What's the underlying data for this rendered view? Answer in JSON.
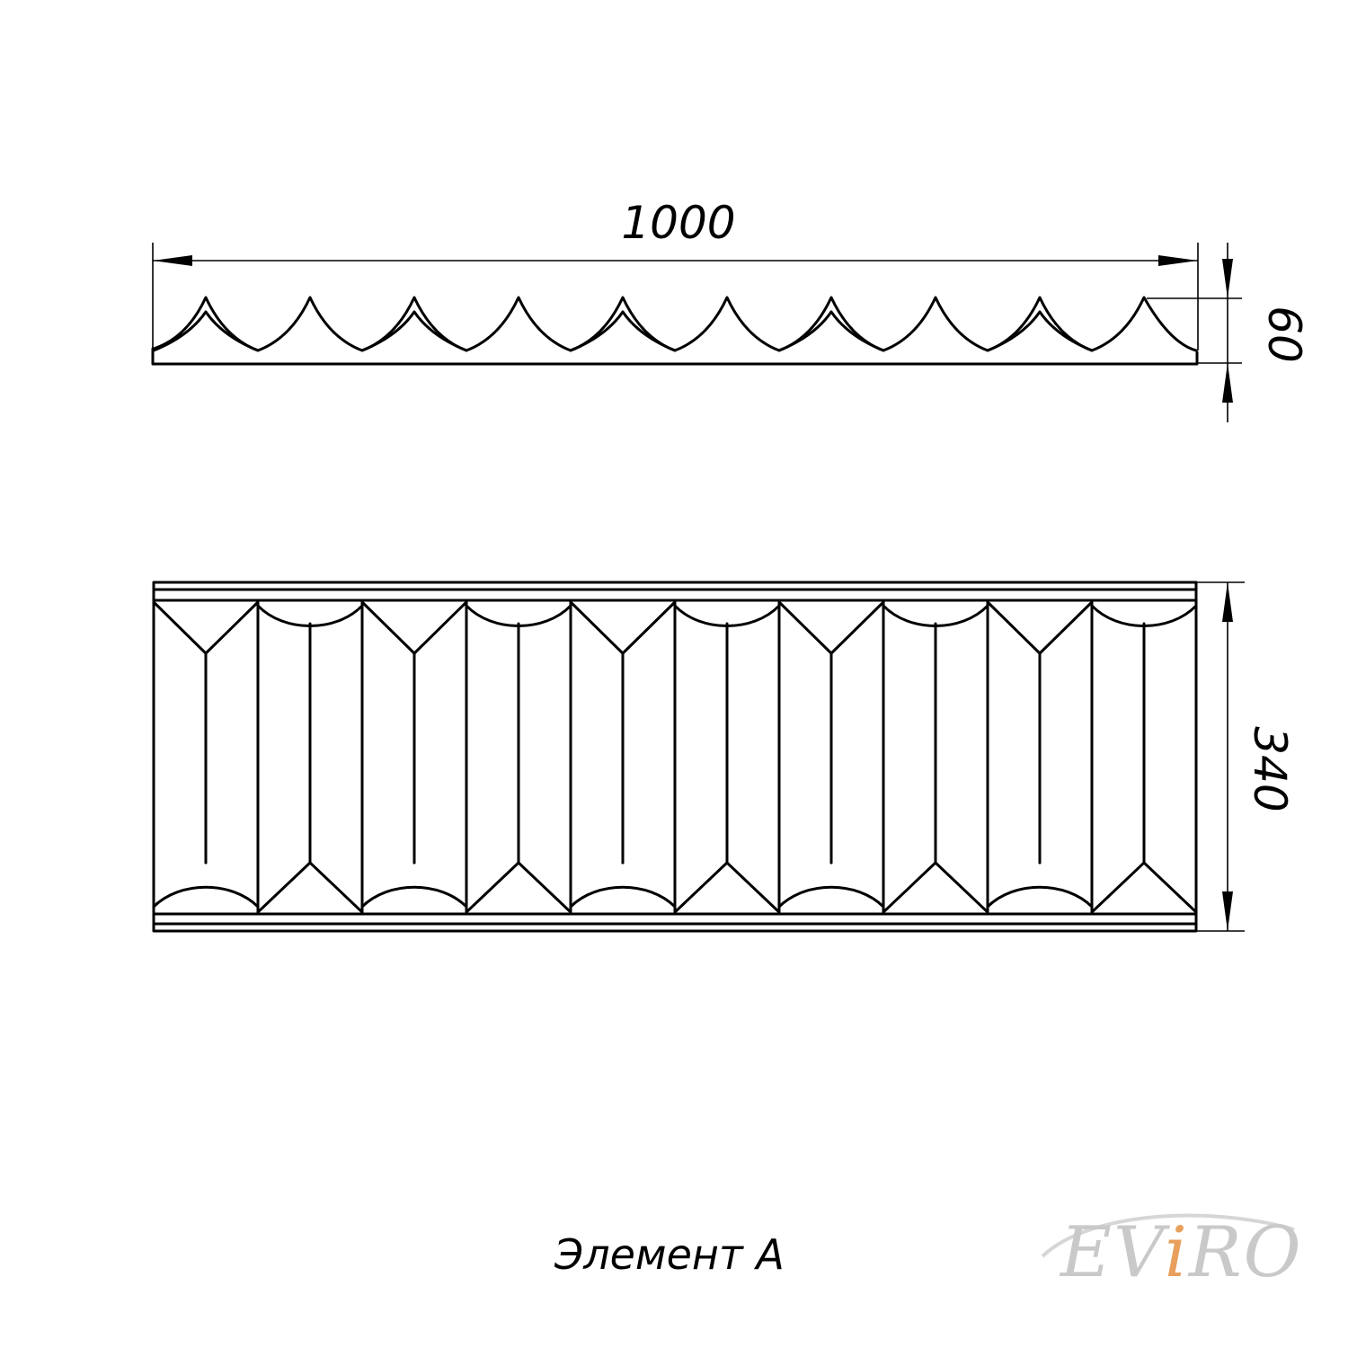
{
  "dimensions": {
    "length": "1000",
    "profile_height": "60",
    "width": "340"
  },
  "caption": "Элемент А",
  "logo": {
    "before_i": "EV",
    "i": "i",
    "after_i": "RO",
    "color": "#c9c9c9",
    "accent_color": "#e8a05c"
  },
  "drawing": {
    "line_color": "#000000",
    "modules": 10
  }
}
